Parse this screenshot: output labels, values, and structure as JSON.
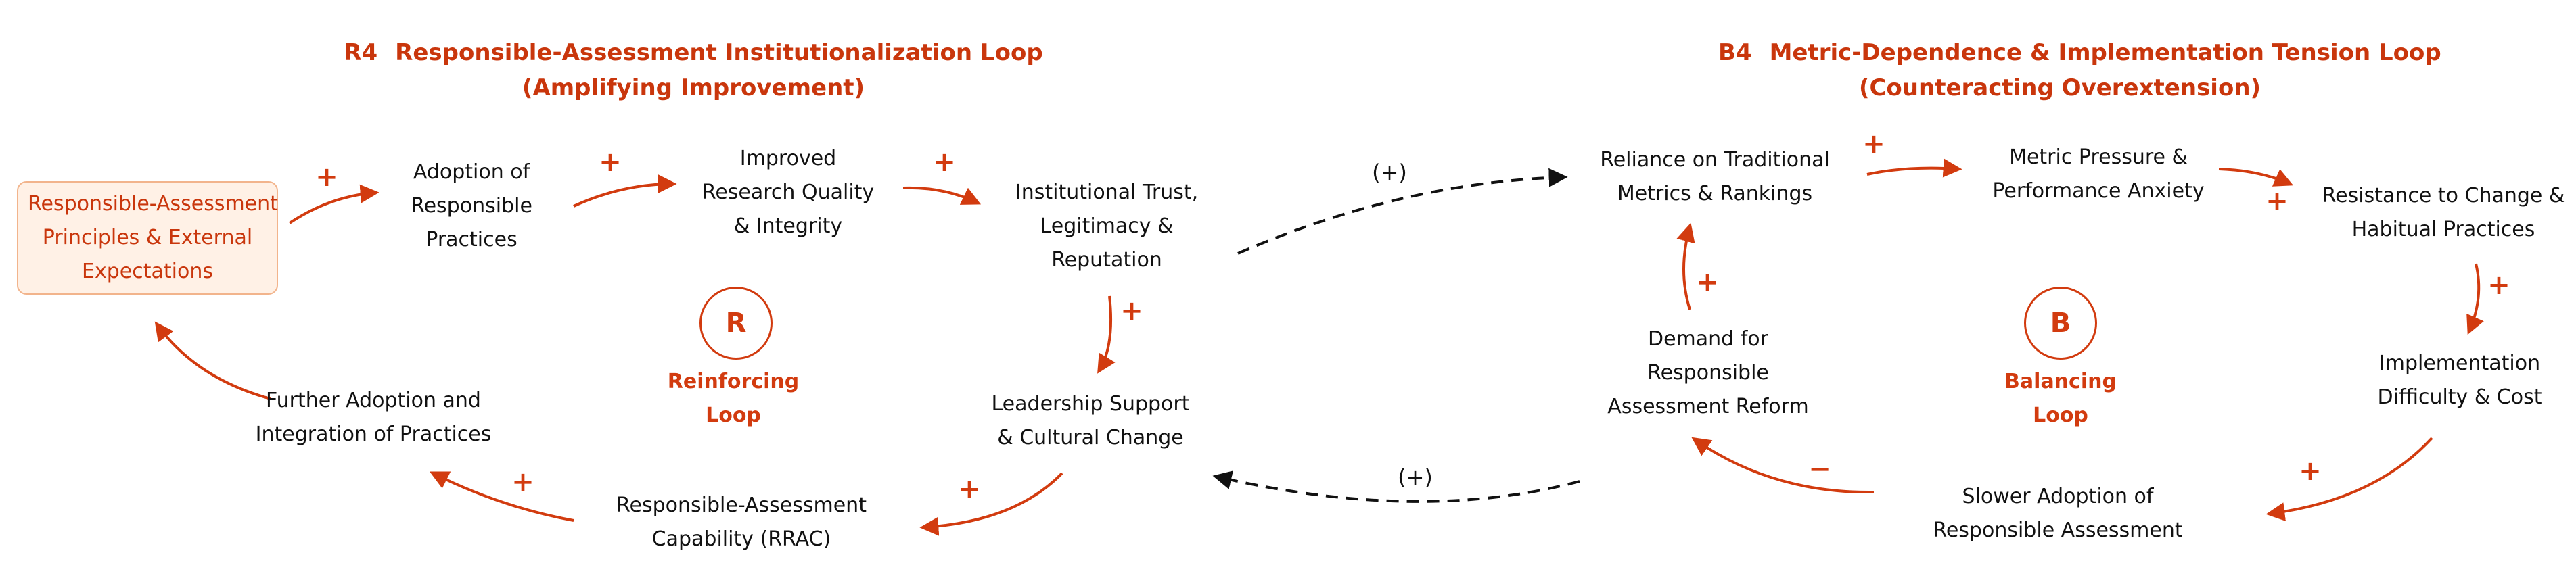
{
  "loops": {
    "r4": {
      "tag": "R4",
      "title": "Responsible-Assessment Institutionalization Loop",
      "subtitle": "(Amplifying Improvement)",
      "symbol": "R",
      "type_line1": "Reinforcing",
      "type_line2": "Loop"
    },
    "b4": {
      "tag": "B4",
      "title": "Metric-Dependence & Implementation Tension Loop",
      "subtitle": "(Counteracting Overextension)",
      "symbol": "B",
      "type_line1": "Balancing",
      "type_line2": "Loop"
    }
  },
  "nodes": {
    "principles": [
      "Responsible-Assessment",
      "Principles & External",
      "Expectations"
    ],
    "adoption": [
      "Adoption of",
      "Responsible",
      "Practices"
    ],
    "quality": [
      "Improved",
      "Research Quality",
      "& Integrity"
    ],
    "trust": [
      "Institutional Trust,",
      "Legitimacy &",
      "Reputation"
    ],
    "leadership": [
      "Leadership Support",
      "& Cultural Change"
    ],
    "rrac": [
      "Responsible-Assessment",
      "Capability (RRAC)"
    ],
    "further": [
      "Further Adoption and",
      "Integration of Practices"
    ],
    "reliance": [
      "Reliance on Traditional",
      "Metrics & Rankings"
    ],
    "pressure": [
      "Metric Pressure &",
      "Performance Anxiety"
    ],
    "resistance": [
      "Resistance to Change &",
      "Habitual Practices"
    ],
    "difficulty": [
      "Implementation",
      "Difficulty & Cost"
    ],
    "slower": [
      "Slower Adoption of",
      "Responsible Assessment"
    ],
    "demand": [
      "Demand for",
      "Responsible",
      "Assessment Reform"
    ]
  },
  "polarities": {
    "principles_adoption": "+",
    "adoption_quality": "+",
    "quality_trust": "+",
    "trust_leadership": "+",
    "leadership_rrac": "+",
    "rrac_further": "+",
    "trust_reliance": "(+)",
    "reliance_pressure": "+",
    "pressure_resistance": "+",
    "resistance_difficulty": "+",
    "difficulty_slower": "+",
    "slower_demand": "−",
    "demand_reliance": "+",
    "demand_leadership": "(+)"
  },
  "colors": {
    "accent": "#d23b0f",
    "title": "#c9360c",
    "start_fill": "#fff1e6",
    "start_border": "#f2b48c",
    "text": "#111111"
  }
}
